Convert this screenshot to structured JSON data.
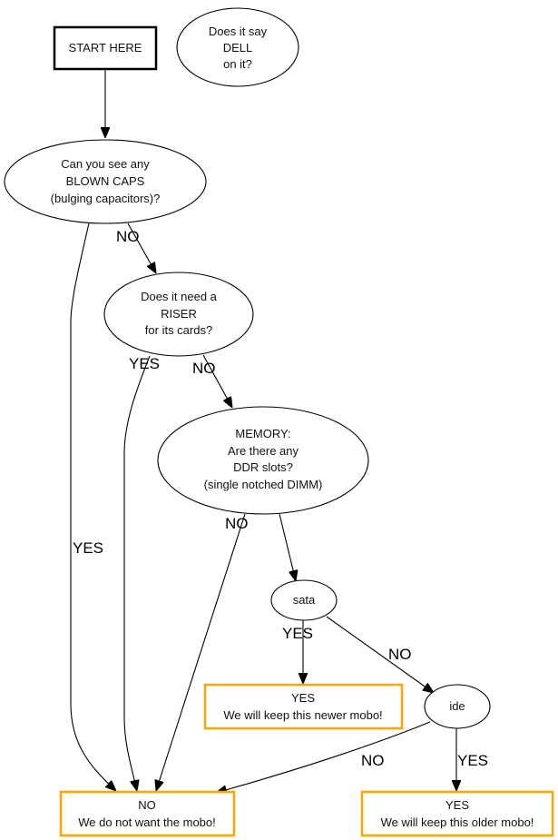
{
  "diagram": {
    "type": "flowchart",
    "colors": {
      "result_border": "#FFA500",
      "default_border": "#000000",
      "background": "#FFFFFF"
    },
    "nodes": {
      "start": {
        "shape": "box-bold",
        "lines": [
          "START HERE"
        ]
      },
      "dell": {
        "shape": "ellipse",
        "lines": [
          "Does it say",
          "DELL",
          "on it?"
        ]
      },
      "caps": {
        "shape": "ellipse",
        "lines": [
          "Can you see any",
          "BLOWN CAPS",
          "(bulging capacitors)?"
        ]
      },
      "riser": {
        "shape": "ellipse",
        "lines": [
          "Does it need a",
          "RISER",
          "for its cards?"
        ]
      },
      "memory": {
        "shape": "ellipse",
        "lines": [
          "MEMORY:",
          "Are there any",
          "DDR slots?",
          "(single notched DIMM)"
        ]
      },
      "sata": {
        "shape": "ellipse",
        "lines": [
          "sata"
        ]
      },
      "ide": {
        "shape": "ellipse",
        "lines": [
          "ide"
        ]
      },
      "newer": {
        "shape": "box-result",
        "lines": [
          "YES",
          "We will keep this newer mobo!"
        ]
      },
      "no_want": {
        "shape": "box-result",
        "lines": [
          "NO",
          "We do not want the mobo!"
        ]
      },
      "older": {
        "shape": "box-result",
        "lines": [
          "YES",
          "We will keep this older mobo!"
        ]
      }
    },
    "edges": [
      {
        "id": "start-caps",
        "from": "start",
        "to": "caps",
        "label": ""
      },
      {
        "id": "caps-riser",
        "from": "caps",
        "to": "riser",
        "label": "NO"
      },
      {
        "id": "caps-nowant",
        "from": "caps",
        "to": "no_want",
        "label": "YES"
      },
      {
        "id": "riser-memory",
        "from": "riser",
        "to": "memory",
        "label": "NO"
      },
      {
        "id": "riser-nowant",
        "from": "riser",
        "to": "no_want",
        "label": "YES"
      },
      {
        "id": "memory-sata",
        "from": "memory",
        "to": "sata",
        "label": ""
      },
      {
        "id": "memory-nowant",
        "from": "memory",
        "to": "no_want",
        "label": "NO"
      },
      {
        "id": "sata-newer",
        "from": "sata",
        "to": "newer",
        "label": "YES"
      },
      {
        "id": "sata-ide",
        "from": "sata",
        "to": "ide",
        "label": "NO"
      },
      {
        "id": "ide-nowant",
        "from": "ide",
        "to": "no_want",
        "label": "NO"
      },
      {
        "id": "ide-older",
        "from": "ide",
        "to": "older",
        "label": "YES"
      }
    ]
  }
}
